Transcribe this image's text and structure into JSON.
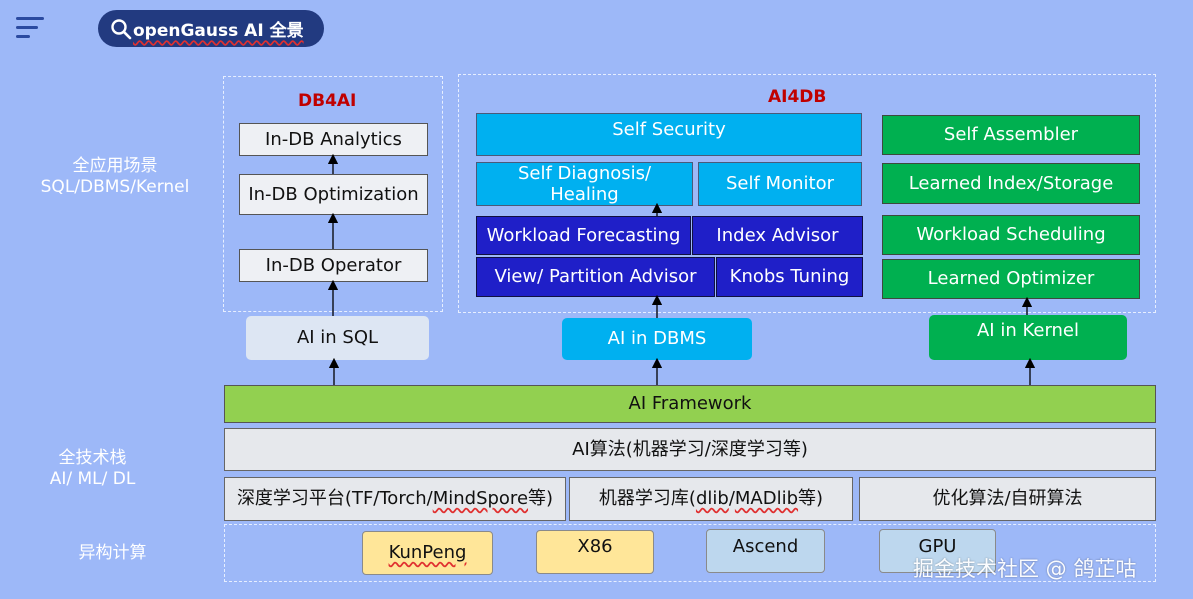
{
  "header": {
    "title": "openGauss AI 全景"
  },
  "left_labels": {
    "scenarios_line1": "全应用场景",
    "scenarios_line2": "SQL/DBMS/Kernel",
    "stack_line1": "全技术栈",
    "stack_line2": "AI/ ML/ DL",
    "hetero": "异构计算"
  },
  "db4ai": {
    "title": "DB4AI",
    "analytics": "In-DB Analytics",
    "optimization": "In-DB Optimization",
    "operator": "In-DB Operator"
  },
  "ai4db": {
    "title": "AI4DB",
    "self_security": "Self Security",
    "self_diagnosis_line1": "Self Diagnosis/",
    "self_diagnosis_line2": "Healing",
    "self_monitor": "Self Monitor",
    "workload_forecasting": "Workload Forecasting",
    "index_advisor": "Index Advisor",
    "view_partition_advisor": "View/ Partition Advisor",
    "knobs_tuning": "Knobs Tuning",
    "self_assembler": "Self Assembler",
    "learned_index": "Learned Index/Storage",
    "workload_scheduling": "Workload Scheduling",
    "learned_optimizer": "Learned Optimizer"
  },
  "ai_entries": {
    "sql": "AI in SQL",
    "dbms": "AI in DBMS",
    "kernel": "AI in Kernel"
  },
  "framework": "AI Framework",
  "algorithms": "AI算法(机器学习/深度学习等)",
  "platforms": {
    "dl_prefix": "深度学习平台(TF/Torch/",
    "dl_mindspore": "MindSpore",
    "dl_suffix": "等)",
    "ml_prefix": "机器学习库(",
    "ml_dlib": "dlib",
    "ml_mid": "/",
    "ml_madlib": "MADlib",
    "ml_suffix": "等)",
    "opt": "优化算法/自研算法"
  },
  "hardware": {
    "kunpeng": "KunPeng",
    "x86": "X86",
    "ascend": "Ascend",
    "gpu": "GPU"
  },
  "watermark": "掘金技术社区 @ 鸽芷咕",
  "colors": {
    "background": "#9db8f8",
    "title_pill": "#223a80",
    "red_title": "#c00000",
    "self_blue": "#00b0f0",
    "navy": "#1f1fc8",
    "green": "#00b050",
    "lime": "#92d050"
  }
}
